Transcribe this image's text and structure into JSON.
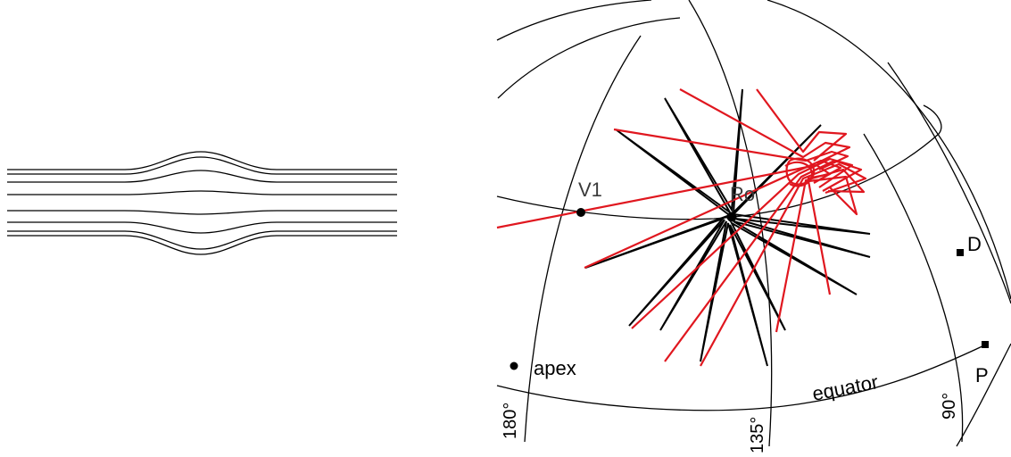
{
  "left_panel": {
    "description_lines": 8
  },
  "right_panel": {
    "labels": {
      "v1": "V1",
      "ro": "Ro",
      "d": "D",
      "p": "P",
      "apex": "apex",
      "equator": "equator",
      "lon_180": "180°",
      "lon_135": "135°",
      "lon_90": "90°"
    },
    "colors": {
      "ink": "#000000",
      "trajectory": "#e0171f"
    }
  }
}
